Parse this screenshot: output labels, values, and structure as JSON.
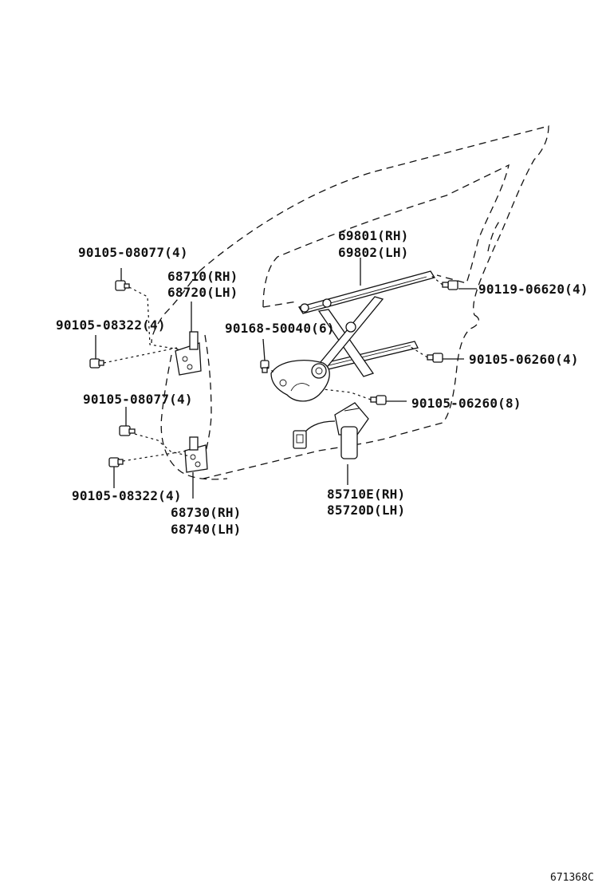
{
  "labels": {
    "l_69801": "69801(RH)",
    "l_69802": "69802(LH)",
    "l_90119_06620": "90119-06620(4)",
    "l_90105_06260_4": "90105-06260(4)",
    "l_90105_06260_8": "90105-06260(8)",
    "l_90168_50040": "90168-50040(6)",
    "l_90105_08077_top": "90105-08077(4)",
    "l_68710": "68710(RH)",
    "l_68720": "68720(LH)",
    "l_90105_08322_top": "90105-08322(4)",
    "l_90105_08077_bot": "90105-08077(4)",
    "l_90105_08322_bot": "90105-08322(4)",
    "l_68730": "68730(RH)",
    "l_68740": "68740(LH)",
    "l_85710E": "85710E(RH)",
    "l_85720D": "85720D(LH)"
  },
  "figure_code": "671368C"
}
